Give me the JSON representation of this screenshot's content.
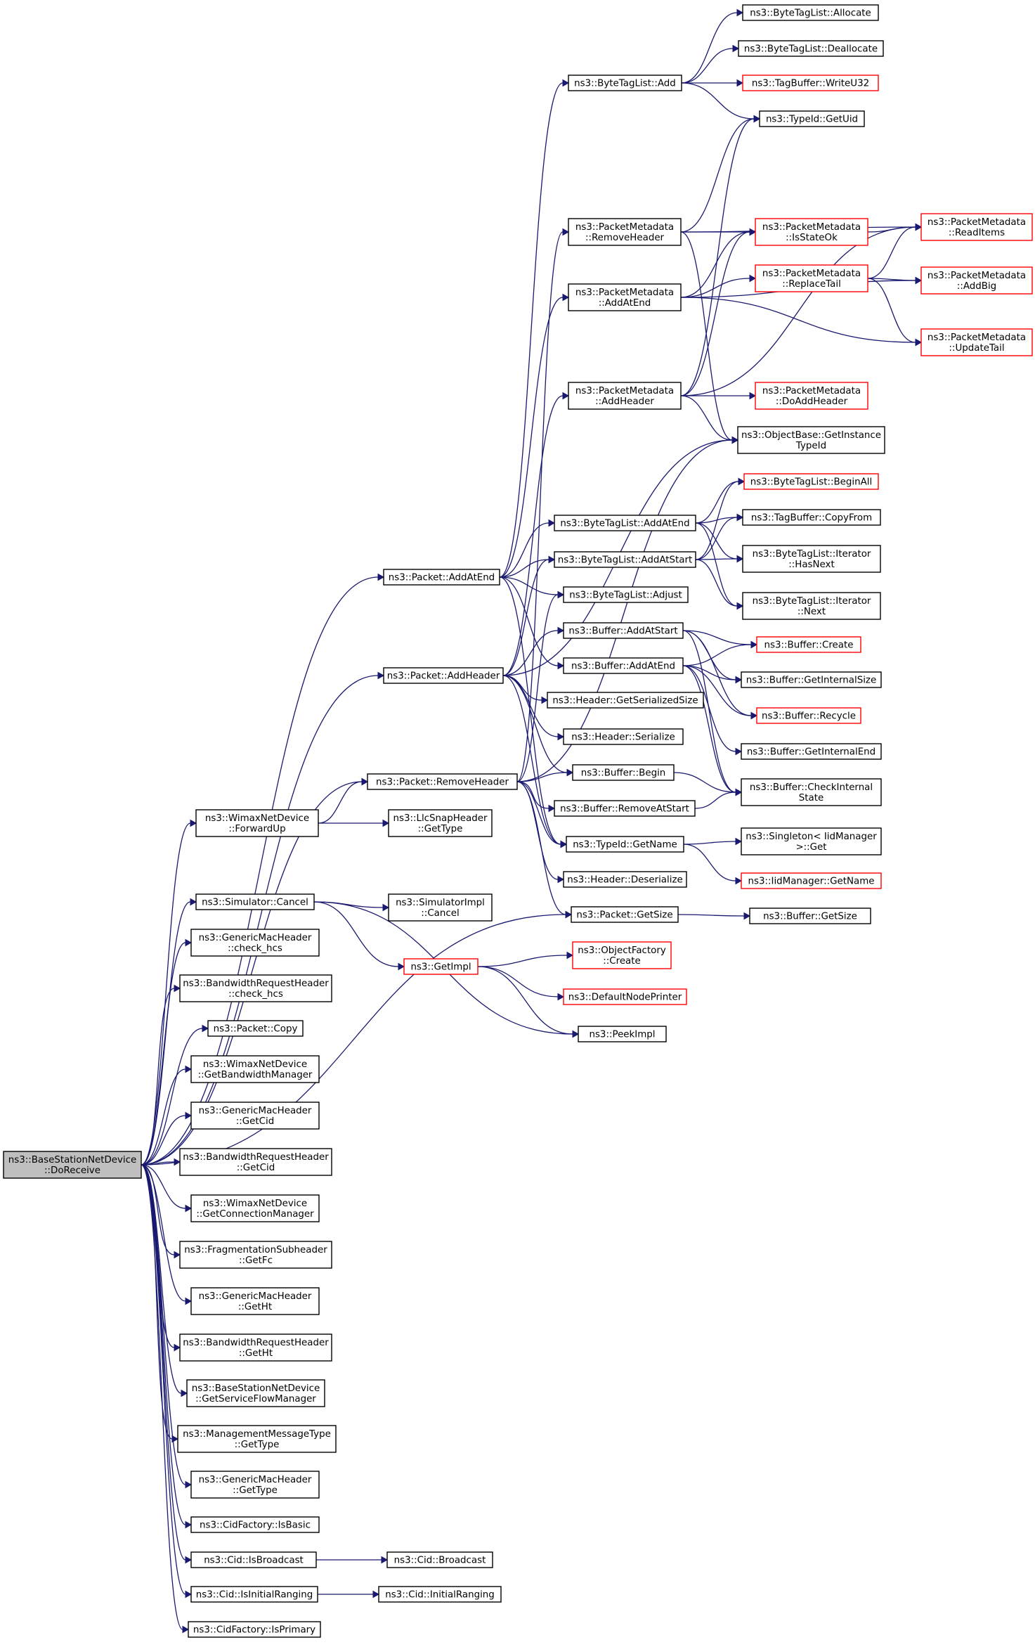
{
  "diagram": {
    "colors": {
      "edge": "#191970",
      "box_normal": "#000000",
      "box_truncated": "#ff0000",
      "root_fill": "#bfbfbf",
      "fill": "#ffffff"
    },
    "nodes": [
      {
        "id": "root",
        "lines": [
          "ns3::BaseStationNetDevice",
          "::DoReceive"
        ],
        "style": "root"
      },
      {
        "id": "pkt_addatend",
        "lines": [
          "ns3::Packet::AddAtEnd"
        ],
        "style": "normal"
      },
      {
        "id": "pkt_addheader",
        "lines": [
          "ns3::Packet::AddHeader"
        ],
        "style": "normal"
      },
      {
        "id": "pkt_removeheader",
        "lines": [
          "ns3::Packet::RemoveHeader"
        ],
        "style": "normal"
      },
      {
        "id": "wmx_forwardup",
        "lines": [
          "ns3::WimaxNetDevice",
          "::ForwardUp"
        ],
        "style": "normal"
      },
      {
        "id": "sim_cancel",
        "lines": [
          "ns3::Simulator::Cancel"
        ],
        "style": "normal"
      },
      {
        "id": "gmh_check_hcs",
        "lines": [
          "ns3::GenericMacHeader",
          "::check_hcs"
        ],
        "style": "normal"
      },
      {
        "id": "brh_check_hcs",
        "lines": [
          "ns3::BandwidthRequestHeader",
          "::check_hcs"
        ],
        "style": "normal"
      },
      {
        "id": "pkt_copy",
        "lines": [
          "ns3::Packet::Copy"
        ],
        "style": "normal"
      },
      {
        "id": "wmx_getbwmgr",
        "lines": [
          "ns3::WimaxNetDevice",
          "::GetBandwidthManager"
        ],
        "style": "normal"
      },
      {
        "id": "gmh_getcid",
        "lines": [
          "ns3::GenericMacHeader",
          "::GetCid"
        ],
        "style": "normal"
      },
      {
        "id": "brh_getcid",
        "lines": [
          "ns3::BandwidthRequestHeader",
          "::GetCid"
        ],
        "style": "normal"
      },
      {
        "id": "wmx_getconnmgr",
        "lines": [
          "ns3::WimaxNetDevice",
          "::GetConnectionManager"
        ],
        "style": "normal"
      },
      {
        "id": "frag_getfc",
        "lines": [
          "ns3::FragmentationSubheader",
          "::GetFc"
        ],
        "style": "normal"
      },
      {
        "id": "gmh_getht",
        "lines": [
          "ns3::GenericMacHeader",
          "::GetHt"
        ],
        "style": "normal"
      },
      {
        "id": "brh_getht",
        "lines": [
          "ns3::BandwidthRequestHeader",
          "::GetHt"
        ],
        "style": "normal"
      },
      {
        "id": "bs_getsfmgr",
        "lines": [
          "ns3::BaseStationNetDevice",
          "::GetServiceFlowManager"
        ],
        "style": "normal"
      },
      {
        "id": "mmt_gettype",
        "lines": [
          "ns3::ManagementMessageType",
          "::GetType"
        ],
        "style": "normal"
      },
      {
        "id": "gmh_gettype",
        "lines": [
          "ns3::GenericMacHeader",
          "::GetType"
        ],
        "style": "normal"
      },
      {
        "id": "cidf_isbasic",
        "lines": [
          "ns3::CidFactory::IsBasic"
        ],
        "style": "normal"
      },
      {
        "id": "cid_isbroadcast",
        "lines": [
          "ns3::Cid::IsBroadcast"
        ],
        "style": "normal"
      },
      {
        "id": "cid_isinitranging",
        "lines": [
          "ns3::Cid::IsInitialRanging"
        ],
        "style": "normal"
      },
      {
        "id": "cidf_isprimary",
        "lines": [
          "ns3::CidFactory::IsPrimary"
        ],
        "style": "normal"
      },
      {
        "id": "llc_gettype",
        "lines": [
          "ns3::LlcSnapHeader",
          "::GetType"
        ],
        "style": "normal"
      },
      {
        "id": "simimpl_cancel",
        "lines": [
          "ns3::SimulatorImpl",
          "::Cancel"
        ],
        "style": "normal"
      },
      {
        "id": "getimpl",
        "lines": [
          "ns3::GetImpl"
        ],
        "style": "truncated"
      },
      {
        "id": "cid_broadcast",
        "lines": [
          "ns3::Cid::Broadcast"
        ],
        "style": "normal"
      },
      {
        "id": "cid_initranging",
        "lines": [
          "ns3::Cid::InitialRanging"
        ],
        "style": "normal"
      },
      {
        "id": "btl_add",
        "lines": [
          "ns3::ByteTagList::Add"
        ],
        "style": "normal"
      },
      {
        "id": "pm_removeheader",
        "lines": [
          "ns3::PacketMetadata",
          "::RemoveHeader"
        ],
        "style": "normal"
      },
      {
        "id": "pm_addatend",
        "lines": [
          "ns3::PacketMetadata",
          "::AddAtEnd"
        ],
        "style": "normal"
      },
      {
        "id": "pm_addheader",
        "lines": [
          "ns3::PacketMetadata",
          "::AddHeader"
        ],
        "style": "normal"
      },
      {
        "id": "btl_addatend",
        "lines": [
          "ns3::ByteTagList::AddAtEnd"
        ],
        "style": "normal"
      },
      {
        "id": "btl_addatstart",
        "lines": [
          "ns3::ByteTagList::AddAtStart"
        ],
        "style": "normal"
      },
      {
        "id": "btl_adjust",
        "lines": [
          "ns3::ByteTagList::Adjust"
        ],
        "style": "normal"
      },
      {
        "id": "buf_addatstart",
        "lines": [
          "ns3::Buffer::AddAtStart"
        ],
        "style": "normal"
      },
      {
        "id": "buf_addatend",
        "lines": [
          "ns3::Buffer::AddAtEnd"
        ],
        "style": "normal"
      },
      {
        "id": "hdr_getserializedsize",
        "lines": [
          "ns3::Header::GetSerializedSize"
        ],
        "style": "normal"
      },
      {
        "id": "hdr_serialize",
        "lines": [
          "ns3::Header::Serialize"
        ],
        "style": "normal"
      },
      {
        "id": "buf_begin",
        "lines": [
          "ns3::Buffer::Begin"
        ],
        "style": "normal"
      },
      {
        "id": "buf_removeatstart",
        "lines": [
          "ns3::Buffer::RemoveAtStart"
        ],
        "style": "normal"
      },
      {
        "id": "typeid_getname",
        "lines": [
          "ns3::TypeId::GetName"
        ],
        "style": "normal"
      },
      {
        "id": "hdr_deserialize",
        "lines": [
          "ns3::Header::Deserialize"
        ],
        "style": "normal"
      },
      {
        "id": "pkt_getsize",
        "lines": [
          "ns3::Packet::GetSize"
        ],
        "style": "normal"
      },
      {
        "id": "objfactory_create",
        "lines": [
          "ns3::ObjectFactory",
          "::Create"
        ],
        "style": "truncated"
      },
      {
        "id": "defaultnodeprinter",
        "lines": [
          "ns3::DefaultNodePrinter"
        ],
        "style": "truncated"
      },
      {
        "id": "peekimpl",
        "lines": [
          "ns3::PeekImpl"
        ],
        "style": "normal"
      },
      {
        "id": "btl_allocate",
        "lines": [
          "ns3::ByteTagList::Allocate"
        ],
        "style": "normal"
      },
      {
        "id": "btl_deallocate",
        "lines": [
          "ns3::ByteTagList::Deallocate"
        ],
        "style": "normal"
      },
      {
        "id": "tagbuf_writeu32",
        "lines": [
          "ns3::TagBuffer::WriteU32"
        ],
        "style": "truncated"
      },
      {
        "id": "typeid_getuid",
        "lines": [
          "ns3::TypeId::GetUid"
        ],
        "style": "normal"
      },
      {
        "id": "pm_isstateok",
        "lines": [
          "ns3::PacketMetadata",
          "::IsStateOk"
        ],
        "style": "truncated"
      },
      {
        "id": "pm_replacetail",
        "lines": [
          "ns3::PacketMetadata",
          "::ReplaceTail"
        ],
        "style": "truncated"
      },
      {
        "id": "pm_doaddheader",
        "lines": [
          "ns3::PacketMetadata",
          "::DoAddHeader"
        ],
        "style": "truncated"
      },
      {
        "id": "objbase_getinstancetypeid",
        "lines": [
          "ns3::ObjectBase::GetInstance",
          "TypeId"
        ],
        "style": "normal"
      },
      {
        "id": "btl_beginall",
        "lines": [
          "ns3::ByteTagList::BeginAll"
        ],
        "style": "truncated"
      },
      {
        "id": "tagbuf_copyfrom",
        "lines": [
          "ns3::TagBuffer::CopyFrom"
        ],
        "style": "normal"
      },
      {
        "id": "btl_iter_hasnext",
        "lines": [
          "ns3::ByteTagList::Iterator",
          "::HasNext"
        ],
        "style": "normal"
      },
      {
        "id": "btl_iter_next",
        "lines": [
          "ns3::ByteTagList::Iterator",
          "::Next"
        ],
        "style": "normal"
      },
      {
        "id": "buf_create",
        "lines": [
          "ns3::Buffer::Create"
        ],
        "style": "truncated"
      },
      {
        "id": "buf_getinternalsize",
        "lines": [
          "ns3::Buffer::GetInternalSize"
        ],
        "style": "normal"
      },
      {
        "id": "buf_recycle",
        "lines": [
          "ns3::Buffer::Recycle"
        ],
        "style": "truncated"
      },
      {
        "id": "buf_getinternalend",
        "lines": [
          "ns3::Buffer::GetInternalEnd"
        ],
        "style": "normal"
      },
      {
        "id": "buf_checkinternalstate",
        "lines": [
          "ns3::Buffer::CheckInternal",
          "State"
        ],
        "style": "normal"
      },
      {
        "id": "singleton_get",
        "lines": [
          "ns3::Singleton< IidManager",
          ">::Get"
        ],
        "style": "normal"
      },
      {
        "id": "iidmgr_getname",
        "lines": [
          "ns3::IidManager::GetName"
        ],
        "style": "truncated"
      },
      {
        "id": "buf_getsize",
        "lines": [
          "ns3::Buffer::GetSize"
        ],
        "style": "normal"
      },
      {
        "id": "pm_readitems",
        "lines": [
          "ns3::PacketMetadata",
          "::ReadItems"
        ],
        "style": "truncated"
      },
      {
        "id": "pm_addbig",
        "lines": [
          "ns3::PacketMetadata",
          "::AddBig"
        ],
        "style": "truncated"
      },
      {
        "id": "pm_updatetail",
        "lines": [
          "ns3::PacketMetadata",
          "::UpdateTail"
        ],
        "style": "truncated"
      }
    ],
    "edges": [
      [
        "root",
        "pkt_addatend"
      ],
      [
        "root",
        "pkt_addheader"
      ],
      [
        "root",
        "pkt_removeheader"
      ],
      [
        "root",
        "wmx_forwardup"
      ],
      [
        "root",
        "pkt_getsize"
      ],
      [
        "root",
        "sim_cancel"
      ],
      [
        "root",
        "gmh_check_hcs"
      ],
      [
        "root",
        "brh_check_hcs"
      ],
      [
        "root",
        "pkt_copy"
      ],
      [
        "root",
        "wmx_getbwmgr"
      ],
      [
        "root",
        "gmh_getcid"
      ],
      [
        "root",
        "brh_getcid"
      ],
      [
        "root",
        "wmx_getconnmgr"
      ],
      [
        "root",
        "frag_getfc"
      ],
      [
        "root",
        "gmh_getht"
      ],
      [
        "root",
        "brh_getht"
      ],
      [
        "root",
        "bs_getsfmgr"
      ],
      [
        "root",
        "mmt_gettype"
      ],
      [
        "root",
        "gmh_gettype"
      ],
      [
        "root",
        "cidf_isbasic"
      ],
      [
        "root",
        "cid_isbroadcast"
      ],
      [
        "root",
        "cid_isinitranging"
      ],
      [
        "root",
        "cidf_isprimary"
      ],
      [
        "pkt_addatend",
        "btl_add"
      ],
      [
        "pkt_addatend",
        "pm_addatend"
      ],
      [
        "pkt_addatend",
        "btl_addatend"
      ],
      [
        "pkt_addatend",
        "btl_addatstart"
      ],
      [
        "pkt_addatend",
        "btl_adjust"
      ],
      [
        "pkt_addatend",
        "buf_addatend"
      ],
      [
        "pkt_addatend",
        "typeid_getname"
      ],
      [
        "pkt_addheader",
        "pm_addheader"
      ],
      [
        "pkt_addheader",
        "btl_addatstart"
      ],
      [
        "pkt_addheader",
        "buf_addatstart"
      ],
      [
        "pkt_addheader",
        "hdr_getserializedsize"
      ],
      [
        "pkt_addheader",
        "hdr_serialize"
      ],
      [
        "pkt_addheader",
        "buf_begin"
      ],
      [
        "pkt_addheader",
        "typeid_getname"
      ],
      [
        "pkt_addheader",
        "objbase_getinstancetypeid"
      ],
      [
        "pkt_removeheader",
        "pm_removeheader"
      ],
      [
        "pkt_removeheader",
        "btl_adjust"
      ],
      [
        "pkt_removeheader",
        "buf_begin"
      ],
      [
        "pkt_removeheader",
        "buf_removeatstart"
      ],
      [
        "pkt_removeheader",
        "typeid_getname"
      ],
      [
        "pkt_removeheader",
        "hdr_deserialize"
      ],
      [
        "pkt_removeheader",
        "pkt_getsize"
      ],
      [
        "pkt_removeheader",
        "objbase_getinstancetypeid"
      ],
      [
        "wmx_forwardup",
        "pkt_removeheader"
      ],
      [
        "wmx_forwardup",
        "llc_gettype"
      ],
      [
        "sim_cancel",
        "simimpl_cancel"
      ],
      [
        "sim_cancel",
        "getimpl"
      ],
      [
        "sim_cancel",
        "peekimpl"
      ],
      [
        "getimpl",
        "objfactory_create"
      ],
      [
        "getimpl",
        "defaultnodeprinter"
      ],
      [
        "getimpl",
        "peekimpl"
      ],
      [
        "cid_isbroadcast",
        "cid_broadcast"
      ],
      [
        "cid_isinitranging",
        "cid_initranging"
      ],
      [
        "btl_add",
        "btl_allocate"
      ],
      [
        "btl_add",
        "btl_deallocate"
      ],
      [
        "btl_add",
        "tagbuf_writeu32"
      ],
      [
        "btl_add",
        "typeid_getuid"
      ],
      [
        "pm_removeheader",
        "pm_isstateok"
      ],
      [
        "pm_removeheader",
        "pm_readitems"
      ],
      [
        "pm_removeheader",
        "typeid_getuid"
      ],
      [
        "pm_removeheader",
        "objbase_getinstancetypeid"
      ],
      [
        "pm_addatend",
        "pm_isstateok"
      ],
      [
        "pm_addatend",
        "pm_replacetail"
      ],
      [
        "pm_addatend",
        "pm_addbig"
      ],
      [
        "pm_addatend",
        "pm_updatetail"
      ],
      [
        "pm_addheader",
        "pm_doaddheader"
      ],
      [
        "pm_addheader",
        "pm_isstateok"
      ],
      [
        "pm_addheader",
        "typeid_getuid"
      ],
      [
        "pm_addheader",
        "pm_readitems"
      ],
      [
        "pm_addheader",
        "objbase_getinstancetypeid"
      ],
      [
        "pm_isstateok",
        "pm_readitems"
      ],
      [
        "pm_replacetail",
        "pm_readitems"
      ],
      [
        "pm_replacetail",
        "pm_addbig"
      ],
      [
        "pm_replacetail",
        "pm_updatetail"
      ],
      [
        "btl_addatend",
        "btl_beginall"
      ],
      [
        "btl_addatend",
        "tagbuf_copyfrom"
      ],
      [
        "btl_addatend",
        "btl_iter_hasnext"
      ],
      [
        "btl_addatend",
        "btl_iter_next"
      ],
      [
        "btl_addatstart",
        "btl_beginall"
      ],
      [
        "btl_addatstart",
        "tagbuf_copyfrom"
      ],
      [
        "btl_addatstart",
        "btl_iter_hasnext"
      ],
      [
        "btl_addatstart",
        "btl_iter_next"
      ],
      [
        "buf_addatstart",
        "buf_create"
      ],
      [
        "buf_addatstart",
        "buf_getinternalsize"
      ],
      [
        "buf_addatstart",
        "buf_recycle"
      ],
      [
        "buf_addatstart",
        "buf_checkinternalstate"
      ],
      [
        "buf_addatend",
        "buf_create"
      ],
      [
        "buf_addatend",
        "buf_getinternalsize"
      ],
      [
        "buf_addatend",
        "buf_recycle"
      ],
      [
        "buf_addatend",
        "buf_getinternalend"
      ],
      [
        "buf_addatend",
        "buf_checkinternalstate"
      ],
      [
        "buf_begin",
        "buf_checkinternalstate"
      ],
      [
        "buf_removeatstart",
        "buf_checkinternalstate"
      ],
      [
        "typeid_getname",
        "singleton_get"
      ],
      [
        "typeid_getname",
        "iidmgr_getname"
      ],
      [
        "pkt_getsize",
        "buf_getsize"
      ]
    ]
  }
}
